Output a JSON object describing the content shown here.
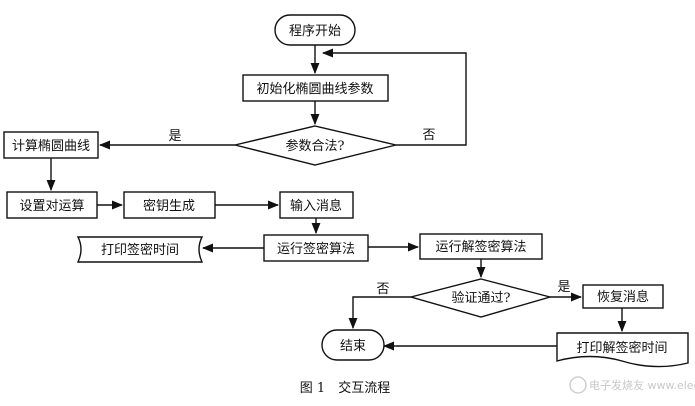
{
  "nodes": {
    "start": "程序开始",
    "init_params": "初始化椭圆曲线参数",
    "params_valid": "参数合法?",
    "compute_curve": "计算椭圆曲线",
    "set_key_pair": "设置对运算",
    "key_gen": "密钥生成",
    "input_msg": "输入消息",
    "run_sign": "运行签密算法",
    "print_sign_time": "打印签密时间",
    "run_unsign": "运行解签密算法",
    "verify_pass": "验证通过?",
    "restore_msg": "恢复消息",
    "end": "结束",
    "print_unsign_time": "打印解签密时间"
  },
  "edge_labels": {
    "valid_yes": "是",
    "valid_no": "否",
    "verify_no": "否",
    "verify_yes": "是"
  },
  "caption": "图 1　交互流程",
  "watermark": "电子发烧友 www.elecfans.com"
}
